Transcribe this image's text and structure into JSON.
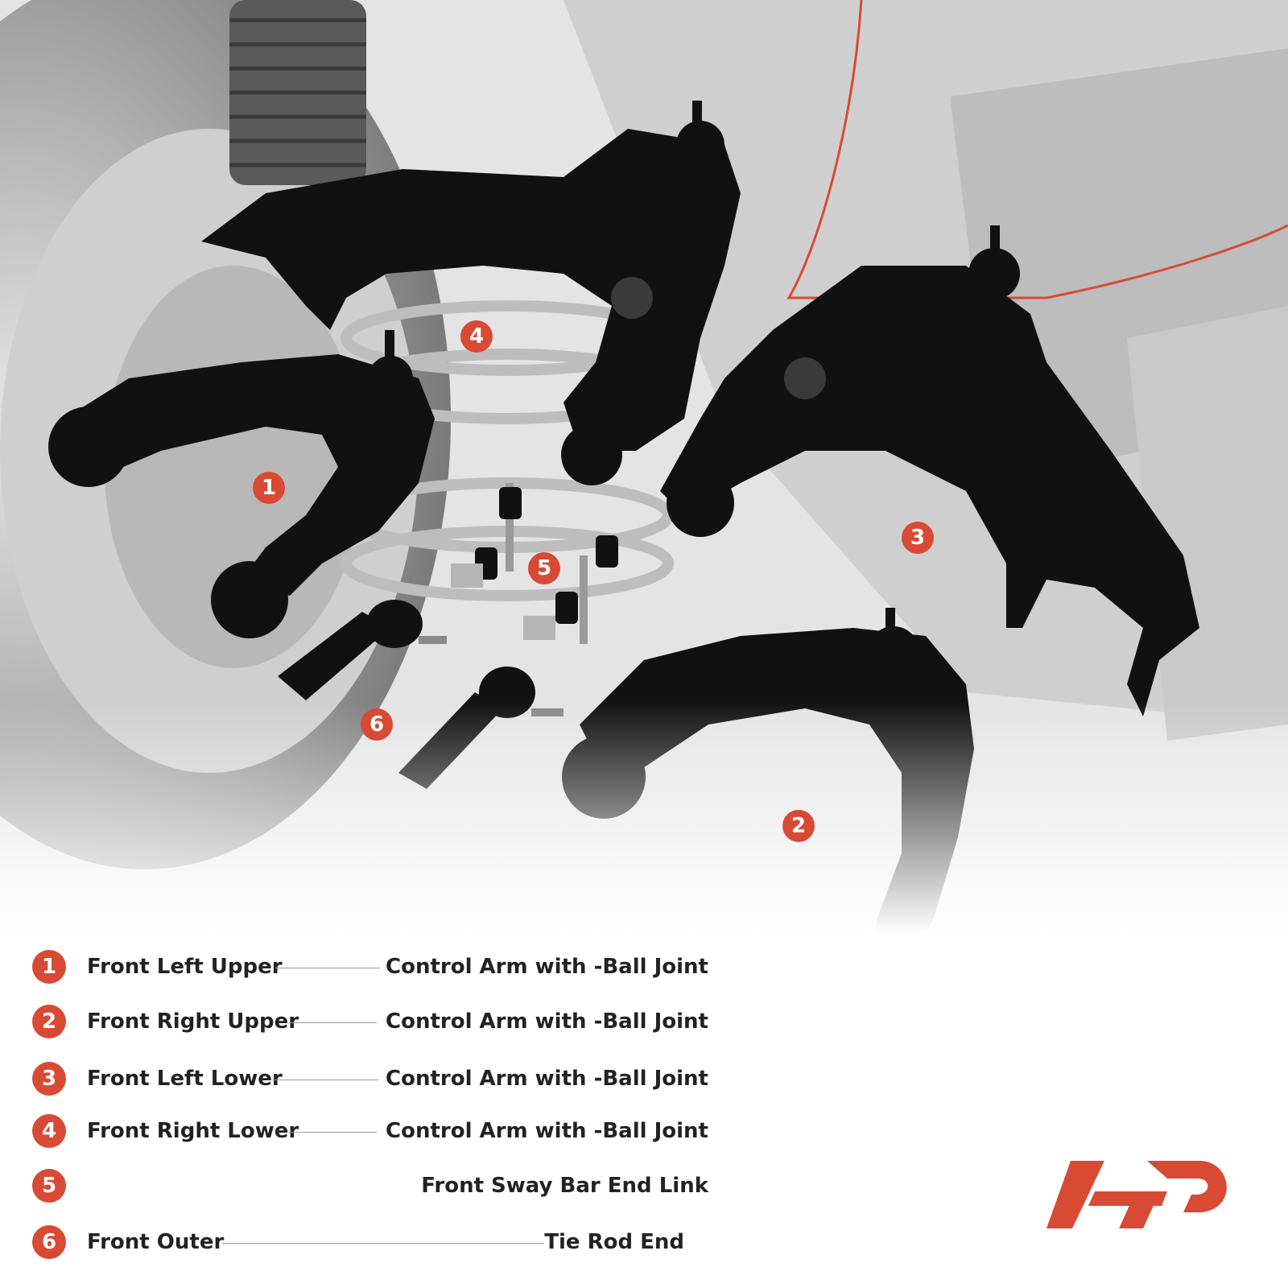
{
  "callouts": [
    "1",
    "2",
    "3",
    "4",
    "5",
    "6"
  ],
  "legend": [
    {
      "number": "1",
      "left": "Front Left Upper",
      "right": "Control Arm with -Ball Joint"
    },
    {
      "number": "2",
      "left": "Front Right Upper",
      "right": "Control Arm with -Ball Joint"
    },
    {
      "number": "3",
      "left": "Front Left Lower",
      "right": "Control Arm with -Ball Joint"
    },
    {
      "number": "4",
      "left": "Front Right Lower",
      "right": "Control Arm with -Ball Joint"
    },
    {
      "number": "5",
      "left": "",
      "right": "Front Sway Bar End Link"
    },
    {
      "number": "6",
      "left": "Front Outer",
      "right": "Tie Rod End"
    }
  ],
  "colors": {
    "accent": "#d84a33",
    "part": "#111111",
    "background_photo": "#d9d9d9"
  },
  "logo": {
    "name": "brand-logo",
    "lettering": "AP"
  }
}
